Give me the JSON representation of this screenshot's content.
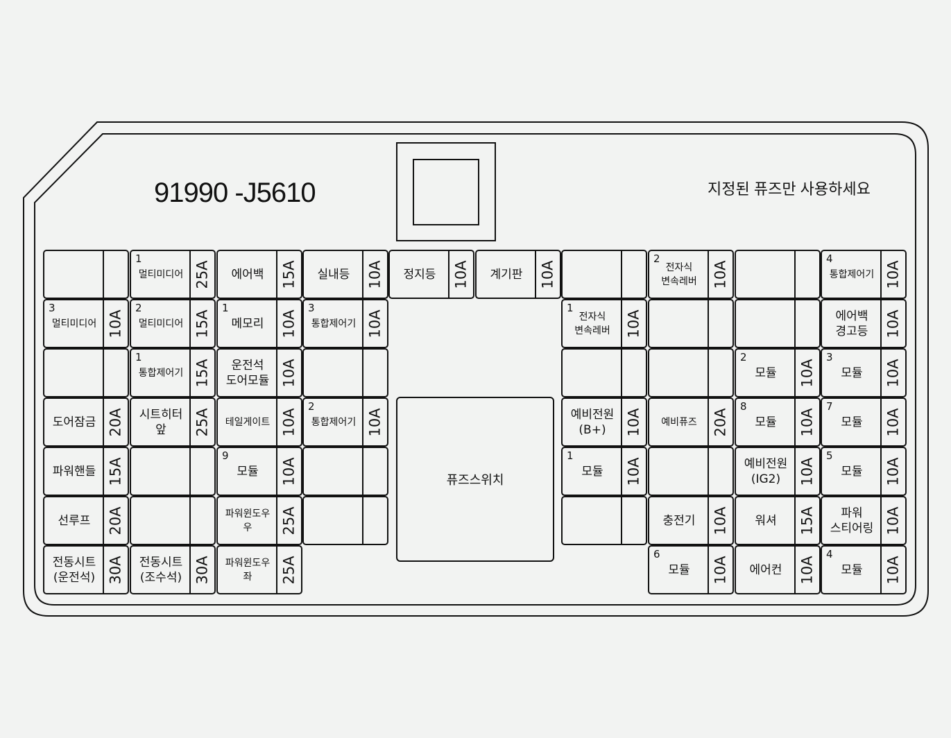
{
  "part_number": "91990 -J5610",
  "notice": "지정된 퓨즈만 사용하세요",
  "switch_label": "퓨즈스위치",
  "fuses": [
    {
      "label": "",
      "amp": "",
      "num": ""
    },
    {
      "label": "멀티미디어",
      "amp": "25A",
      "num": "1"
    },
    {
      "label": "에어백",
      "amp": "15A",
      "num": ""
    },
    {
      "label": "실내등",
      "amp": "10A",
      "num": ""
    },
    {
      "label": "정지등",
      "amp": "10A",
      "num": ""
    },
    {
      "label": "계기판",
      "amp": "10A",
      "num": ""
    },
    {
      "label": "",
      "amp": "",
      "num": ""
    },
    {
      "label": "전자식\n변속레버",
      "amp": "10A",
      "num": "2"
    },
    {
      "label": "",
      "amp": "",
      "num": ""
    },
    {
      "label": "통합제어기",
      "amp": "10A",
      "num": "4"
    },
    {
      "label": "멀티미디어",
      "amp": "10A",
      "num": "3"
    },
    {
      "label": "멀티미디어",
      "amp": "15A",
      "num": "2"
    },
    {
      "label": "메모리",
      "amp": "10A",
      "num": "1"
    },
    {
      "label": "통합제어기",
      "amp": "10A",
      "num": "3"
    },
    {
      "label": "전자식\n변속레버",
      "amp": "10A",
      "num": "1"
    },
    {
      "label": "",
      "amp": "",
      "num": ""
    },
    {
      "label": "",
      "amp": "",
      "num": ""
    },
    {
      "label": "에어백\n경고등",
      "amp": "10A",
      "num": ""
    },
    {
      "label": "",
      "amp": "",
      "num": ""
    },
    {
      "label": "통합제어기",
      "amp": "15A",
      "num": "1"
    },
    {
      "label": "운전석\n도어모듈",
      "amp": "10A",
      "num": ""
    },
    {
      "label": "",
      "amp": "",
      "num": ""
    },
    {
      "label": "",
      "amp": "",
      "num": ""
    },
    {
      "label": "",
      "amp": "",
      "num": ""
    },
    {
      "label": "모듈",
      "amp": "10A",
      "num": "2"
    },
    {
      "label": "모듈",
      "amp": "10A",
      "num": "3"
    },
    {
      "label": "도어잠금",
      "amp": "20A",
      "num": ""
    },
    {
      "label": "시트히터\n앞",
      "amp": "25A",
      "num": ""
    },
    {
      "label": "테일게이트",
      "amp": "10A",
      "num": ""
    },
    {
      "label": "통합제어기",
      "amp": "10A",
      "num": "2"
    },
    {
      "label": "예비전원\n(B+)",
      "amp": "10A",
      "num": ""
    },
    {
      "label": "예비퓨즈",
      "amp": "20A",
      "num": ""
    },
    {
      "label": "모듈",
      "amp": "10A",
      "num": "8"
    },
    {
      "label": "모듈",
      "amp": "10A",
      "num": "7"
    },
    {
      "label": "파워핸들",
      "amp": "15A",
      "num": ""
    },
    {
      "label": "",
      "amp": "",
      "num": ""
    },
    {
      "label": "모듈",
      "amp": "10A",
      "num": "9"
    },
    {
      "label": "",
      "amp": "",
      "num": ""
    },
    {
      "label": "모듈",
      "amp": "10A",
      "num": "1"
    },
    {
      "label": "",
      "amp": "",
      "num": ""
    },
    {
      "label": "예비전원\n(IG2)",
      "amp": "10A",
      "num": ""
    },
    {
      "label": "모듈",
      "amp": "10A",
      "num": "5"
    },
    {
      "label": "선루프",
      "amp": "20A",
      "num": ""
    },
    {
      "label": "",
      "amp": "",
      "num": ""
    },
    {
      "label": "파워윈도우\n우",
      "amp": "25A",
      "num": ""
    },
    {
      "label": "",
      "amp": "",
      "num": ""
    },
    {
      "label": "",
      "amp": "",
      "num": ""
    },
    {
      "label": "충전기",
      "amp": "10A",
      "num": ""
    },
    {
      "label": "워셔",
      "amp": "15A",
      "num": ""
    },
    {
      "label": "파워\n스티어링",
      "amp": "10A",
      "num": ""
    },
    {
      "label": "전동시트\n(운전석)",
      "amp": "30A",
      "num": ""
    },
    {
      "label": "전동시트\n(조수석)",
      "amp": "30A",
      "num": ""
    },
    {
      "label": "파워윈도우\n좌",
      "amp": "25A",
      "num": ""
    },
    {
      "label": "모듈",
      "amp": "10A",
      "num": "6"
    },
    {
      "label": "에어컨",
      "amp": "10A",
      "num": ""
    },
    {
      "label": "모듈",
      "amp": "10A",
      "num": "4"
    }
  ]
}
